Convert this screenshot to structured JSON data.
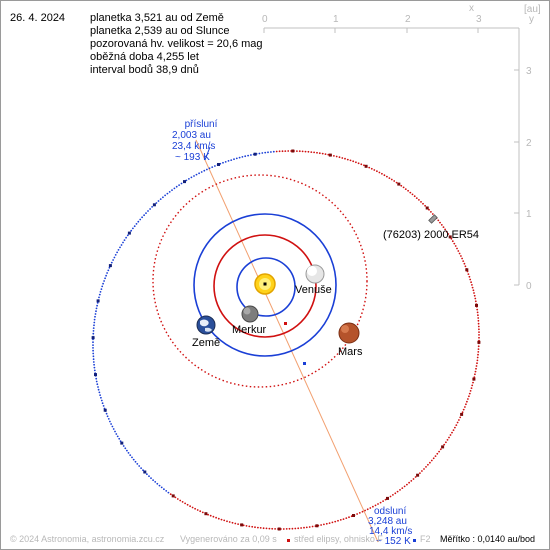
{
  "header": {
    "date": "26. 4. 2024",
    "info_lines": [
      "planetka 3,521 au od Země",
      "planetka 2,539 au od Slunce",
      "pozorovaná hv. velikost = 20,6 mag",
      "oběžná doba 4,255 let",
      "interval bodů 38,9 dnů"
    ]
  },
  "axes": {
    "unit_label": "[au]",
    "x_letter": "x",
    "y_letter": "y",
    "x_ticks": [
      "0",
      "1",
      "2",
      "3"
    ],
    "y_ticks": [
      "3",
      "2",
      "1",
      "0"
    ]
  },
  "labels": {
    "asteroid": "(76203) 2000 ER54",
    "venus": "Venuše",
    "mercury": "Merkur",
    "earth": "Země",
    "mars": "Mars"
  },
  "perihelion": {
    "title": "přísluní",
    "distance": "2,003 au",
    "speed": "23,4 km/s",
    "temp": "~ 193 K"
  },
  "aphelion": {
    "title": "odsluní",
    "distance": "3,248 au",
    "speed": "14,4 km/s",
    "temp": "~ 152 K"
  },
  "footer": {
    "copyright": "© 2024 Astronomia, astronomia.zcu.cz",
    "generated": "Vygenerováno za 0,09 s",
    "legend_center": "střed elipsy, ohnisko F",
    "legend_f2": "F2",
    "scale": "Měřítko : 0,0140 au/bod"
  },
  "colors": {
    "inner_orbit_blue": "#1a3fd6",
    "mars_orbit_red": "#d01010",
    "apsis_line": "#f2a070",
    "point_marker": "#7a0a0a",
    "axis_grey": "#b8b8b8"
  }
}
